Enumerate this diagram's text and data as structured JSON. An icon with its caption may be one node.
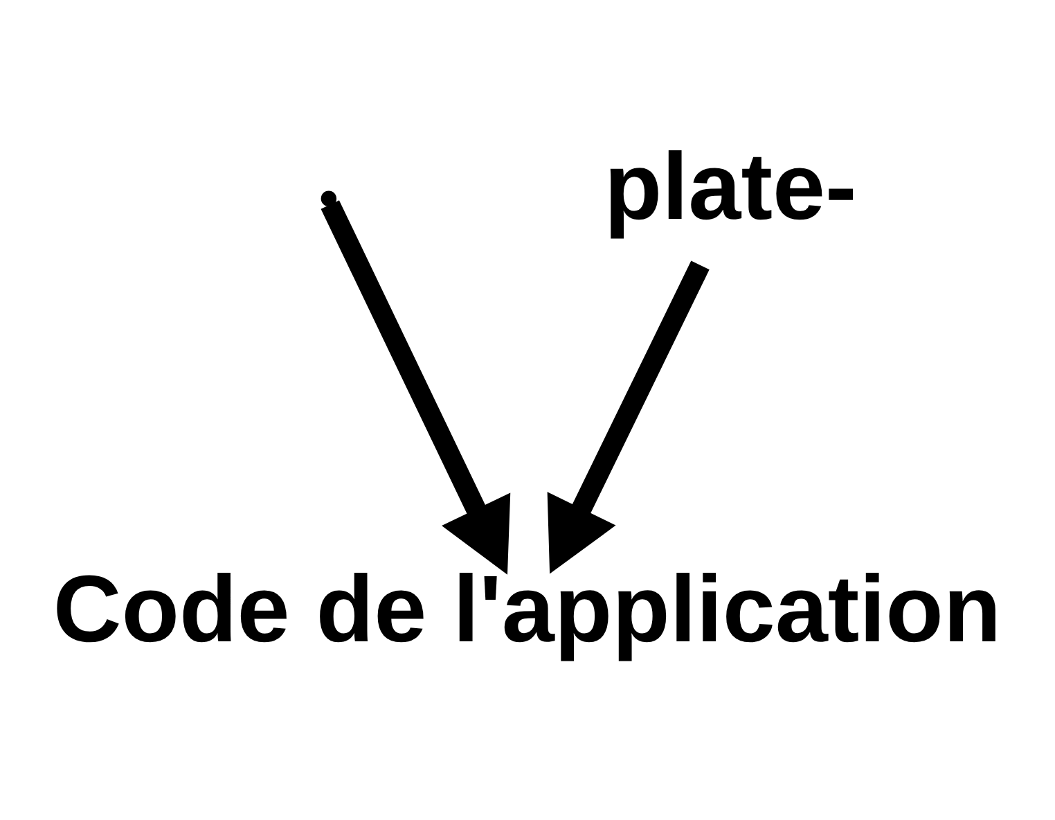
{
  "diagram": {
    "nodes": [
      {
        "text": [
          "plate-"
        ]
      },
      {
        "text": [
          "Code de l'application"
        ]
      }
    ],
    "edges": [
      {
        "from": null,
        "to": 1,
        "arrow": "to"
      },
      {
        "from": 0,
        "to": 1,
        "arrow": "to"
      }
    ]
  }
}
